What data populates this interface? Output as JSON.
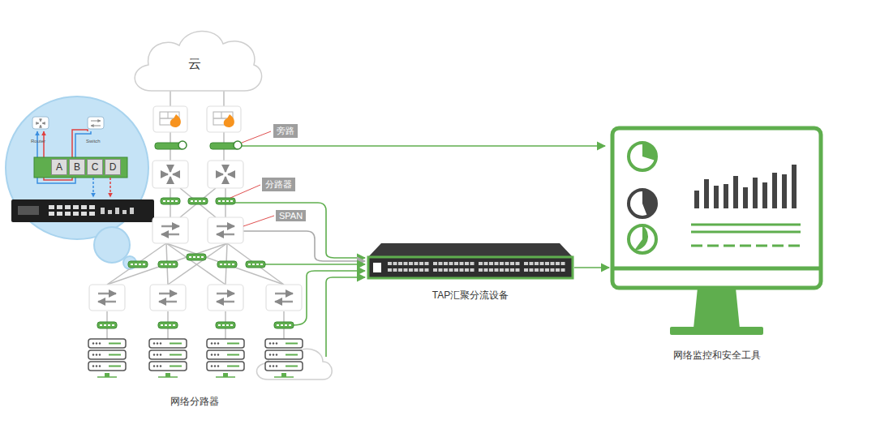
{
  "diagram": {
    "nodes": [
      {
        "text": [
          "云"
        ]
      },
      {
        "text": [
          "A"
        ]
      },
      {
        "text": [
          "B"
        ]
      },
      {
        "text": [
          "C"
        ]
      },
      {
        "text": [
          "D"
        ]
      },
      {
        "text": [
          "TAP汇聚分流设备"
        ]
      },
      {
        "text": [
          "网络监控和安全工具"
        ]
      }
    ],
    "edges": [
      {
        "from": 5,
        "to": 6,
        "arrow": "to"
      }
    ],
    "labels": [
      "Router",
      "Switch",
      "旁路",
      "分路器",
      "SPAN",
      "网络分路器"
    ]
  }
}
